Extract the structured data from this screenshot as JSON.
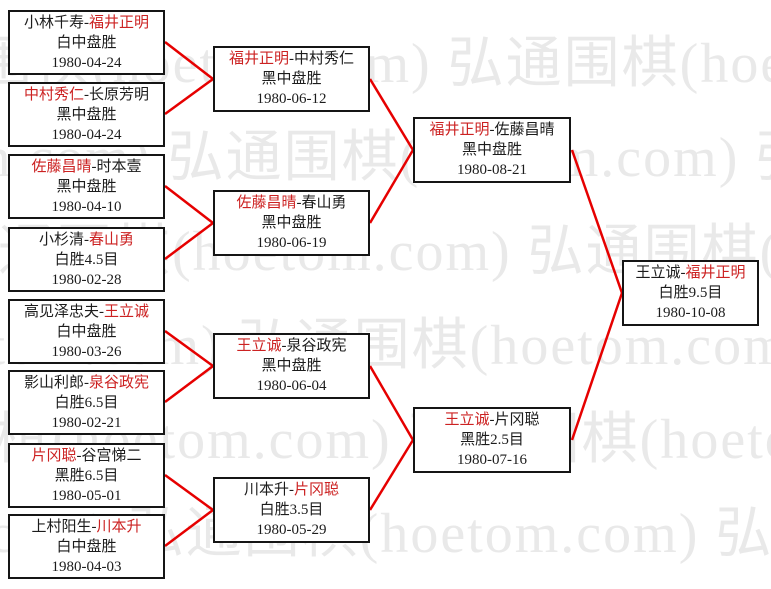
{
  "watermark": {
    "text": "弘通围棋(hoetom.com)"
  },
  "colors": {
    "winner_name": "#cc2222",
    "connector_line": "#e60000",
    "watermark_text": "#e9e9e9",
    "box_border": "#151515"
  },
  "bracket": {
    "separator": "-",
    "rounds": [
      {
        "name": "round-1",
        "matches": [
          {
            "p1": "小林千寿",
            "p2": "福井正明",
            "winner": "p2",
            "result": "白中盘胜",
            "date": "1980-04-24"
          },
          {
            "p1": "中村秀仁",
            "p2": "长原芳明",
            "winner": "p1",
            "result": "黑中盘胜",
            "date": "1980-04-24"
          },
          {
            "p1": "佐藤昌晴",
            "p2": "时本壹",
            "winner": "p1",
            "result": "黑中盘胜",
            "date": "1980-04-10"
          },
          {
            "p1": "小杉清",
            "p2": "春山勇",
            "winner": "p2",
            "result": "白胜4.5目",
            "date": "1980-02-28"
          },
          {
            "p1": "高见泽忠夫",
            "p2": "王立诚",
            "winner": "p2",
            "result": "白中盘胜",
            "date": "1980-03-26"
          },
          {
            "p1": "影山利郎",
            "p2": "泉谷政宪",
            "winner": "p2",
            "result": "白胜6.5目",
            "date": "1980-02-21"
          },
          {
            "p1": "片冈聪",
            "p2": "谷宫悌二",
            "winner": "p1",
            "result": "黑胜6.5目",
            "date": "1980-05-01"
          },
          {
            "p1": "上村阳生",
            "p2": "川本升",
            "winner": "p2",
            "result": "白中盘胜",
            "date": "1980-04-03"
          }
        ]
      },
      {
        "name": "round-2",
        "matches": [
          {
            "p1": "福井正明",
            "p2": "中村秀仁",
            "winner": "p1",
            "result": "黑中盘胜",
            "date": "1980-06-12"
          },
          {
            "p1": "佐藤昌晴",
            "p2": "春山勇",
            "winner": "p1",
            "result": "黑中盘胜",
            "date": "1980-06-19"
          },
          {
            "p1": "王立诚",
            "p2": "泉谷政宪",
            "winner": "p1",
            "result": "黑中盘胜",
            "date": "1980-06-04"
          },
          {
            "p1": "川本升",
            "p2": "片冈聪",
            "winner": "p2",
            "result": "白胜3.5目",
            "date": "1980-05-29"
          }
        ]
      },
      {
        "name": "semifinals",
        "matches": [
          {
            "p1": "福井正明",
            "p2": "佐藤昌晴",
            "winner": "p1",
            "result": "黑中盘胜",
            "date": "1980-08-21"
          },
          {
            "p1": "王立诚",
            "p2": "片冈聪",
            "winner": "p1",
            "result": "黑胜2.5目",
            "date": "1980-07-16"
          }
        ]
      },
      {
        "name": "final",
        "matches": [
          {
            "p1": "王立诚",
            "p2": "福井正明",
            "winner": "p2",
            "result": "白胜9.5目",
            "date": "1980-10-08"
          }
        ]
      }
    ]
  }
}
